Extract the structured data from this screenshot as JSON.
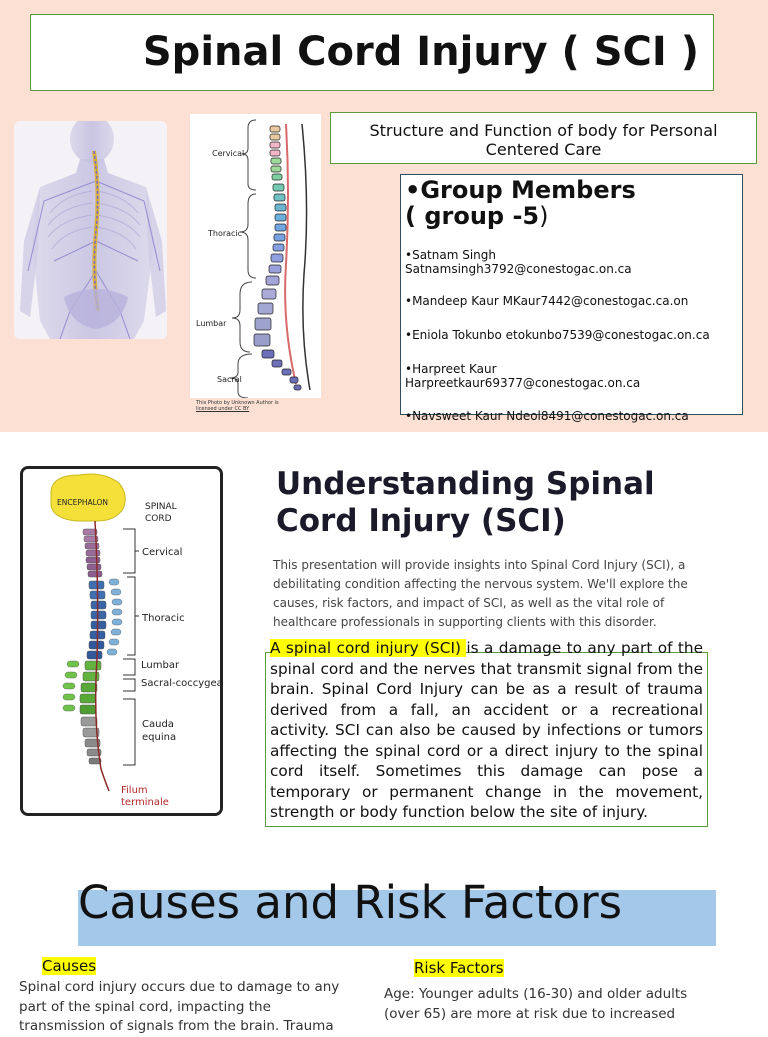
{
  "slide1": {
    "title": "Spinal Cord Injury ( SCI )",
    "subtitle": "Structure and Function of body for Personal Centered Care",
    "members_heading_line1": "•Group Members",
    "members_heading_line2": "( group -5",
    "members_heading_paren": ")",
    "members": [
      {
        "line1": "•Satnam Singh",
        "line2": "Satnamsingh3792@conestogac.on.ca"
      },
      {
        "line1": "•Mandeep Kaur  MKaur7442@conestogac.ca.on",
        "line2": ""
      },
      {
        "line1": "•Eniola Tokunbo  etokunbo7539@conestogac.on.ca",
        "line2": ""
      },
      {
        "line1": "•Harpreet Kaur",
        "line2": "Harpreetkaur69377@conestogac.on.ca"
      },
      {
        "line1": "•Navsweet Kaur  Ndeol8491@conestogac.on.ca",
        "line2": ""
      }
    ],
    "spine_labels": [
      "Cervical",
      "Thoracic",
      "Lumbar",
      "Sacral"
    ],
    "photo_credit_line1": "This Photo by Unknown Author is",
    "photo_credit_line2": "licensed under CC BY"
  },
  "slide2": {
    "heading": "Understanding Spinal Cord Injury (SCI)",
    "intro": "This presentation will provide insights into Spinal Cord Injury (SCI), a debilitating condition affecting the nervous system. We'll explore the causes, risk factors, and impact of SCI, as well as the vital role of healthcare professionals in supporting clients with this disorder.",
    "definition_highlight": "A spinal cord injury (SCI) ",
    "definition_rest": "is a damage to any part of the spinal cord and the nerves that transmit signal from the brain. Spinal Cord Injury can be as a result of trauma derived from a fall, an accident or a recreational activity. SCI can also be caused by infections or tumors affecting the spinal cord or a direct injury to the spinal cord itself. Sometimes this damage can pose a temporary or permanent change in the movement, strength or body function below the site of injury.",
    "diagram_labels": {
      "brain": "ENCEPHALON",
      "cord": "SPINAL\nCORD",
      "cervical": "Cervical",
      "thoracic": "Thoracic",
      "lumbar": "Lumbar",
      "sacral": "Sacral-coccygeal",
      "cauda": "Cauda\nequina",
      "filum": "Filum\nterminale"
    }
  },
  "slide3": {
    "heading": "Causes and Risk Factors",
    "causes_label": "Causes",
    "causes_text": "Spinal cord injury occurs due to damage to any part of the spinal cord, impacting the transmission of signals from the brain. Trauma",
    "risk_label": "Risk Factors",
    "risk_text": "Age: Younger adults (16-30) and older adults (over 65) are more at risk due to increased"
  },
  "colors": {
    "slide1_background": "#fbe0d3",
    "box_border": "#5a9a3a",
    "highlight": "#ffff00",
    "section_band": "#a4c8ea"
  }
}
